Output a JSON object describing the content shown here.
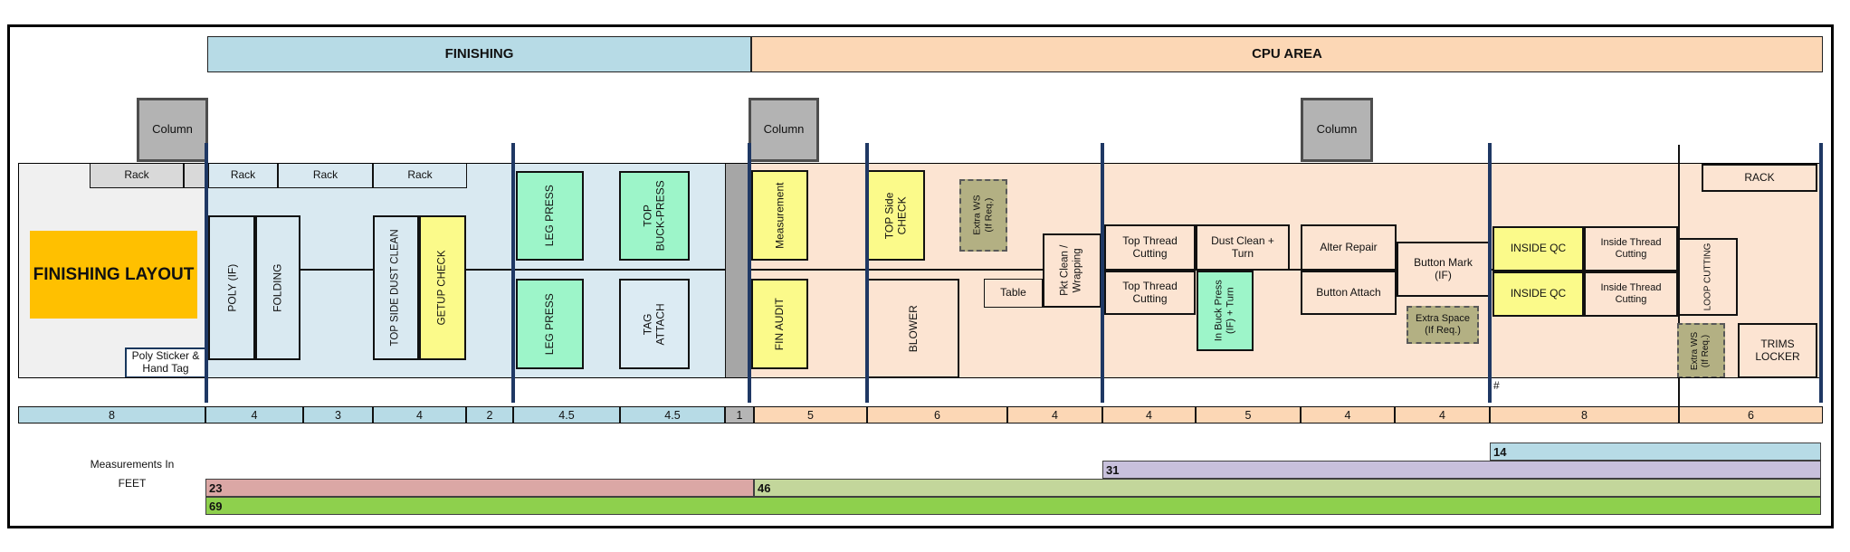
{
  "header": {
    "finishing_band": "FINISHING",
    "cpu_band": "CPU AREA"
  },
  "structure": {
    "column_label": "Column",
    "rack_label": "Rack",
    "rack_label_caps": "RACK"
  },
  "finishing_zone": {
    "title": "FINISHING LAYOUT",
    "poly_sticker_hand_tag": [
      "Poly Sticker &",
      "Hand Tag"
    ],
    "stations": {
      "poly": "POLY (IF)",
      "folding": "FOLDING",
      "top_side_dust_clean": "TOP SIDE DUST CLEAN",
      "getup_check": "GETUP CHECK",
      "leg_press_top": "LEG PRESS",
      "leg_press_bottom": "LEG PRESS",
      "top_buck_press": [
        "TOP",
        "BUCK-PRESS"
      ],
      "tag_attach": [
        "TAG",
        "ATTACH"
      ]
    }
  },
  "cpu_zone": {
    "stations": {
      "measurement": "Measurement",
      "fin_audit": "FIN AUDIT",
      "top_side_check": [
        "TOP Side",
        "CHECK"
      ],
      "blower": "BLOWER",
      "extra_ws_top": [
        "Extra WS",
        "(If Req.)"
      ],
      "table": "Table",
      "pkt_clean_wrapping": [
        "Pkt Clean /",
        "Wrapping"
      ],
      "top_thread_cutting_top": [
        "Top Thread",
        "Cutting"
      ],
      "top_thread_cutting_bottom": [
        "Top Thread",
        "Cutting"
      ],
      "dust_clean_turn": [
        "Dust Clean +",
        "Turn"
      ],
      "in_buck_press_turn": [
        "In Buck Press",
        "(IF) + Turn"
      ],
      "alter_repair": "Alter Repair",
      "button_attach": "Button Attach",
      "button_mark_if": [
        "Button Mark",
        "(IF)"
      ],
      "extra_space": [
        "Extra Space",
        "(If Req.)"
      ],
      "inside_qc_top": "INSIDE QC",
      "inside_qc_bottom": "INSIDE QC",
      "inside_thread_cutting_top": [
        "Inside Thread",
        "Cutting"
      ],
      "inside_thread_cutting_bottom": [
        "Inside Thread",
        "Cutting"
      ],
      "loop_cutting": "LOOP CUTTING",
      "extra_ws_bottom": [
        "Extra WS",
        "(If Req.)"
      ],
      "trims_locker": [
        "TRIMS",
        "LOCKER"
      ]
    },
    "hash_note": "#"
  },
  "ruler": {
    "finishing_segments": [
      "8",
      "4",
      "3",
      "4",
      "2",
      "4.5",
      "4.5"
    ],
    "gap_segment": "1",
    "cpu_segments": [
      "5",
      "6",
      "4",
      "4",
      "5",
      "4",
      "4",
      "8",
      "6"
    ]
  },
  "measure_bars": {
    "caption_line1": "Measurements In",
    "caption_line2": "FEET",
    "bar_14": "14",
    "bar_31": "31",
    "bar_23": "23",
    "bar_46": "46",
    "bar_69": "69"
  },
  "colors": {
    "header_blue": "#b7dbe6",
    "header_peach": "#fcd7b5",
    "floor_blue": "#d9e9f1",
    "floor_peach": "#fce4d2",
    "white_zone": "#f0f0f0",
    "mint_green": "#9df5c9",
    "station_yellow": "#fbfa8a",
    "olive": "#b3b083",
    "column_gray": "#b3b3b3",
    "rack_gray": "#d9d9d9",
    "strip_gray": "#a6a6a6",
    "navy_divider": "#1f3864",
    "title_orange": "#ffc000",
    "bar_pink": "#dba7a5",
    "bar_light_green": "#c3d69b",
    "bar_green": "#8ed04d",
    "bar_blue": "#b7dbe6",
    "bar_purple": "#c8c0dc"
  }
}
